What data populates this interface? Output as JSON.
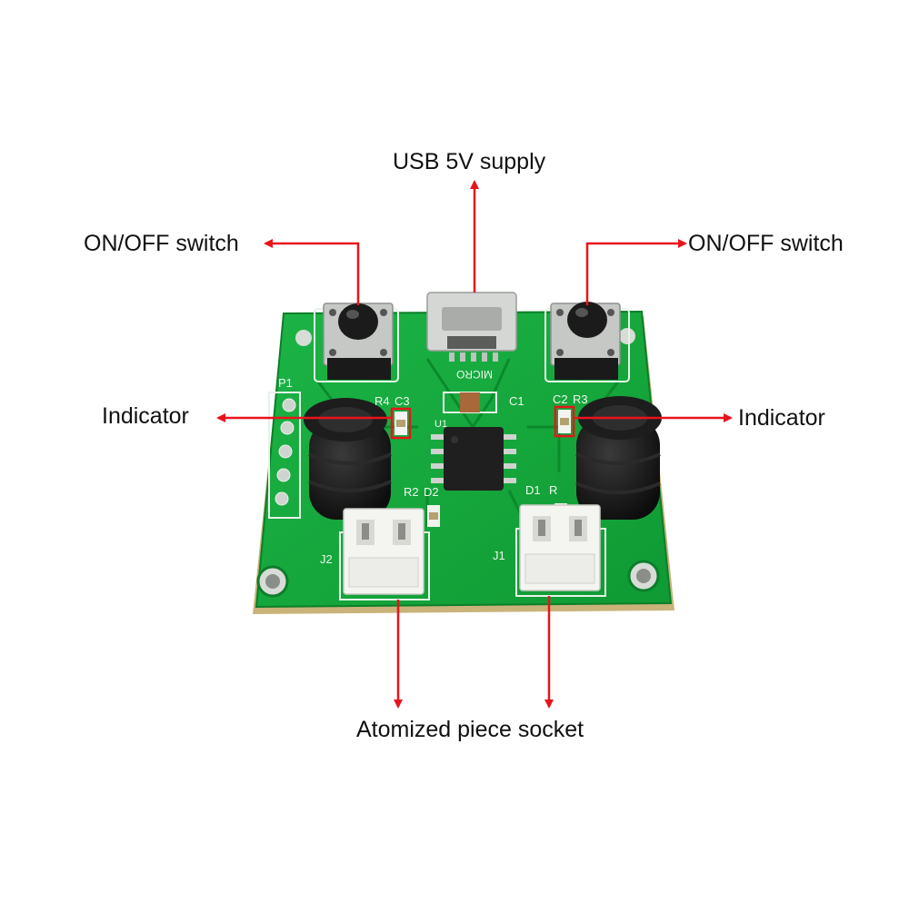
{
  "labels": {
    "usb": "USB 5V supply",
    "switch_left": "ON/OFF switch",
    "switch_right": "ON/OFF switch",
    "indicator_left": "Indicator",
    "indicator_right": "Indicator",
    "socket": "Atomized piece socket"
  },
  "silkscreen": {
    "p1": "P1",
    "micro": "MICRO",
    "c1": "C1",
    "c2": "C2",
    "c3": "C3",
    "r4": "R4",
    "r3": "R3",
    "r2": "R2",
    "d2": "D2",
    "d1": "D1",
    "r1": "R",
    "u1": "U1",
    "j1": "J1",
    "j2": "J2"
  },
  "colors": {
    "pcb": "#15a83a",
    "arrow": "#e8141b",
    "text": "#111111"
  }
}
